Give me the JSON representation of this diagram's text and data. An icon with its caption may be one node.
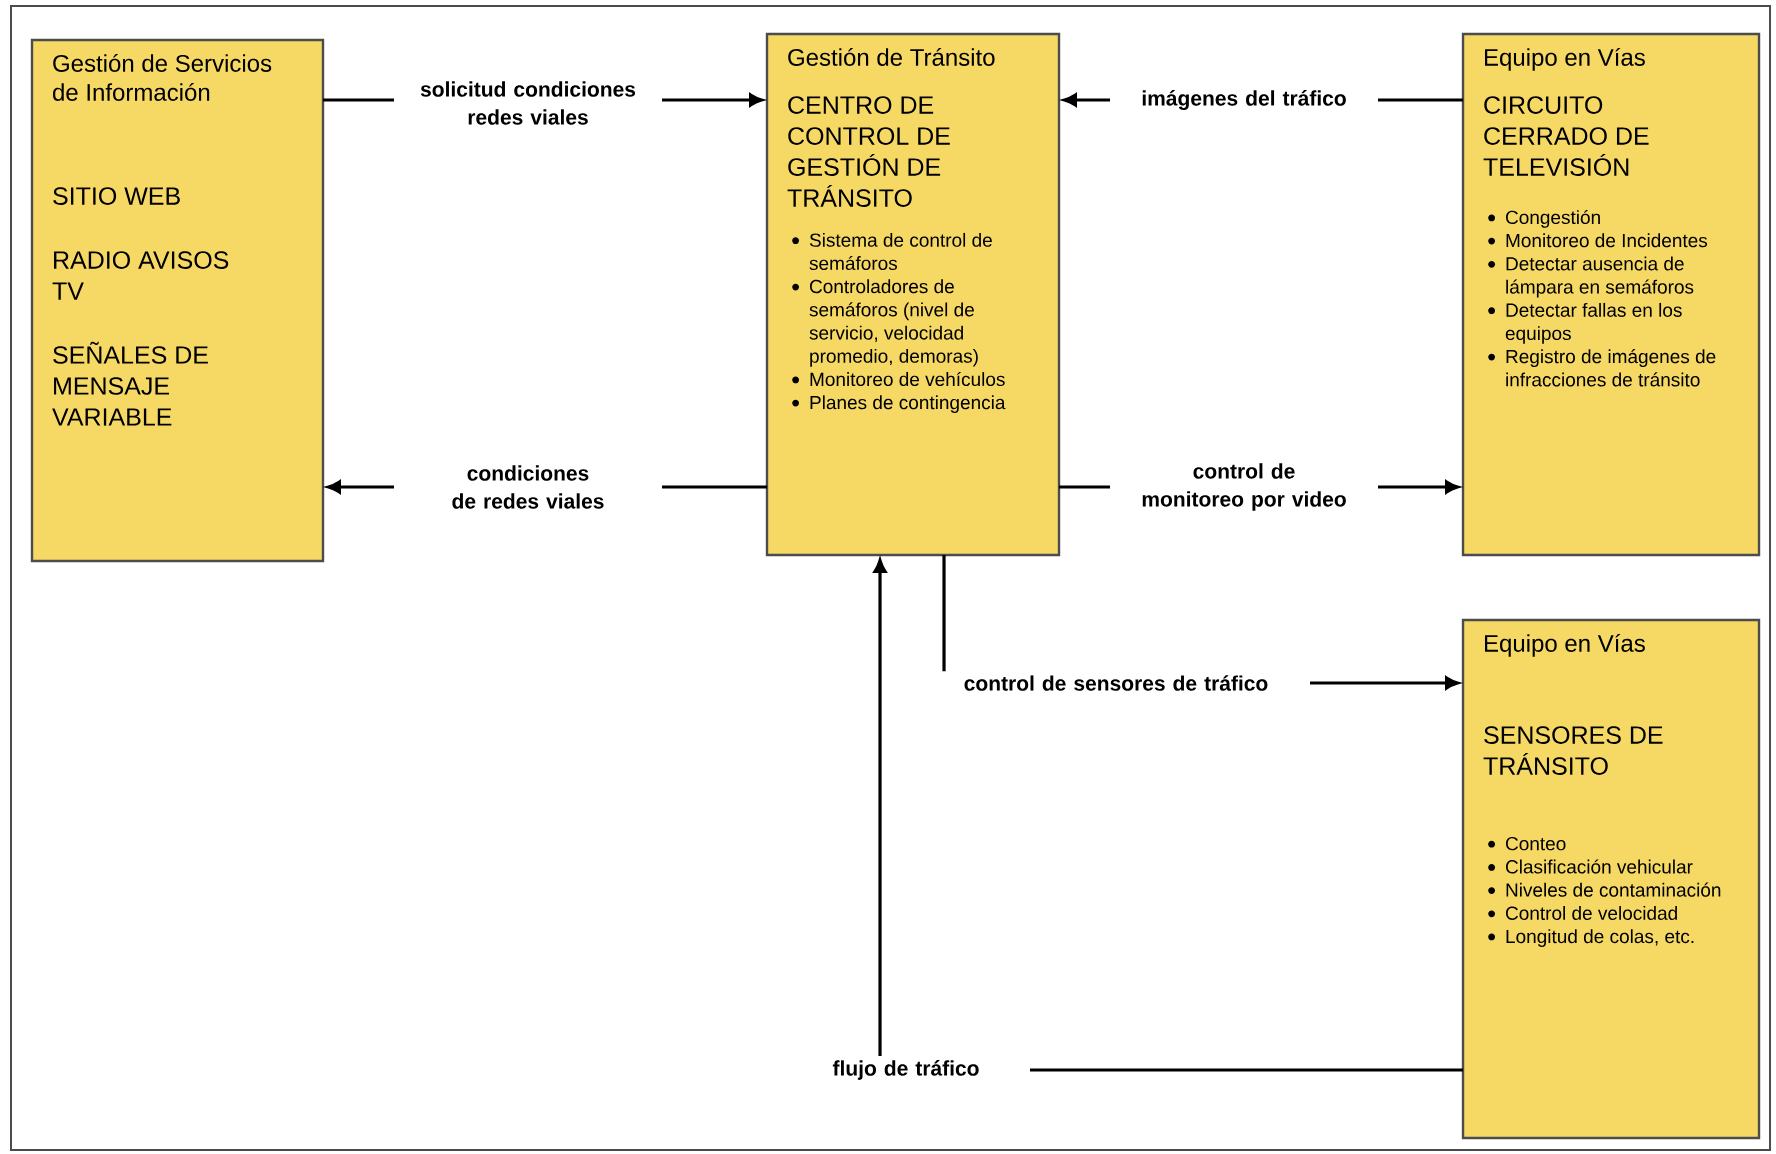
{
  "diagram": {
    "nodes": [
      {
        "text": [
          "Gestión de Servicios de Información",
          "SITIO WEB",
          "RADIO AVISOS TV",
          "SEÑALES DE MENSAJE VARIABLE"
        ]
      },
      {
        "text": [
          "Gestión de Tránsito",
          "CENTRO DE CONTROL DE GESTIÓN DE TRÁNSITO",
          "Sistema de control de semáforos",
          "Controladores de semáforos (nivel de servicio, velocidad promedio, demoras)",
          "Monitoreo de vehículos",
          "Planes de contingencia"
        ]
      },
      {
        "text": [
          "Equipo en Vías",
          "CIRCUITO CERRADO DE TELEVISIÓN",
          "Congestión",
          "Monitoreo de Incidentes",
          "Detectar ausencia de lámpara en semáforos",
          "Detectar fallas en los equipos",
          "Registro de imágenes de infracciones de tránsito"
        ]
      },
      {
        "text": [
          "Equipo en Vías",
          "SENSORES DE TRÁNSITO",
          "Conteo",
          "Clasificación vehicular",
          "Niveles de contaminación",
          "Control de velocidad",
          "Longitud de colas, etc."
        ]
      }
    ],
    "edges": [
      {
        "from": 0,
        "to": 1,
        "arrow": "to",
        "label": "solicitud condiciones redes viales"
      },
      {
        "from": 1,
        "to": 0,
        "arrow": "to",
        "label": "condiciones de redes viales"
      },
      {
        "from": 2,
        "to": 1,
        "arrow": "to",
        "label": "imágenes del tráfico"
      },
      {
        "from": 1,
        "to": 2,
        "arrow": "to",
        "label": "control de monitoreo por video"
      },
      {
        "from": 1,
        "to": 3,
        "arrow": "to",
        "label": "control de sensores de tráfico"
      },
      {
        "from": 3,
        "to": 1,
        "arrow": "to",
        "label": "flujo de tráfico"
      }
    ]
  }
}
